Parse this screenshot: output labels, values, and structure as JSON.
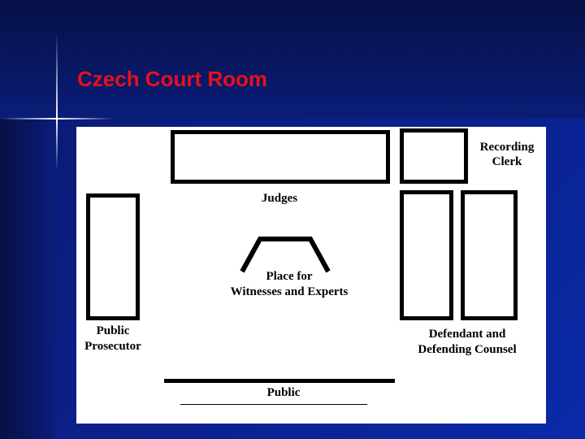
{
  "slide": {
    "title": "Czech Court Room"
  },
  "diagram": {
    "labels": {
      "judges": "Judges",
      "clerk_line1": "Recording",
      "clerk_line2": "Clerk",
      "witness_line1": "Place for",
      "witness_line2": "Witnesses and Experts",
      "prosecutor_line1": "Public",
      "prosecutor_line2": "Prosecutor",
      "defendant_line1": "Defendant and",
      "defendant_line2": "Defending Counsel",
      "public": "Public"
    }
  },
  "colors": {
    "title": "#e8101a",
    "background": "#0a1f86",
    "panel": "#ffffff",
    "furniture": "#000000"
  }
}
